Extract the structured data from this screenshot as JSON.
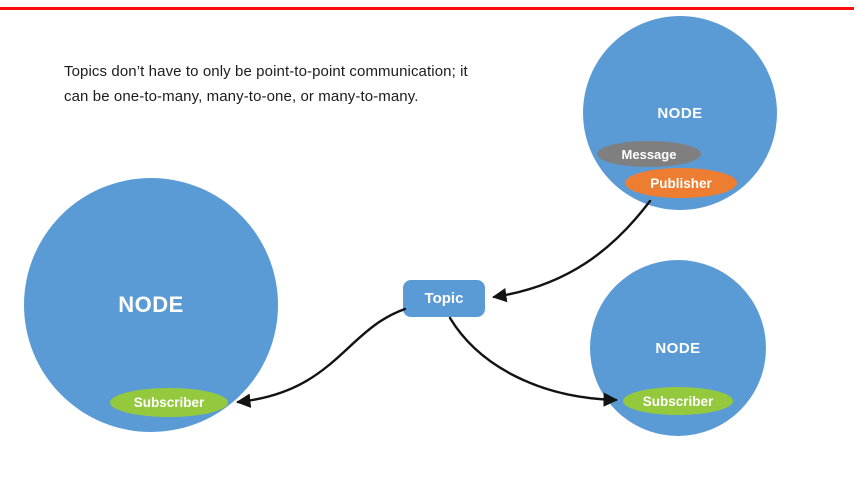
{
  "slide": {
    "caption_line1": "Topics don’t have to only be point-to-point communication; it",
    "caption_line2": "can be one-to-many, many-to-one, or many-to-many."
  },
  "topic": {
    "label": "Topic"
  },
  "nodes": {
    "left": {
      "label": "NODE",
      "subscriber": "Subscriber"
    },
    "top_right": {
      "label": "NODE",
      "message": "Message",
      "publisher": "Publisher"
    },
    "bottom_right": {
      "label": "NODE",
      "subscriber": "Subscriber"
    }
  },
  "colors": {
    "node_fill": "#5b9bd5",
    "topic_fill": "#5b9bd5",
    "subscriber_fill": "#94c83d",
    "publisher_fill": "#ed7d31",
    "message_fill": "#7f7f7f",
    "top_line_red": "#fb0e0e",
    "arrow_stroke": "#131313"
  }
}
